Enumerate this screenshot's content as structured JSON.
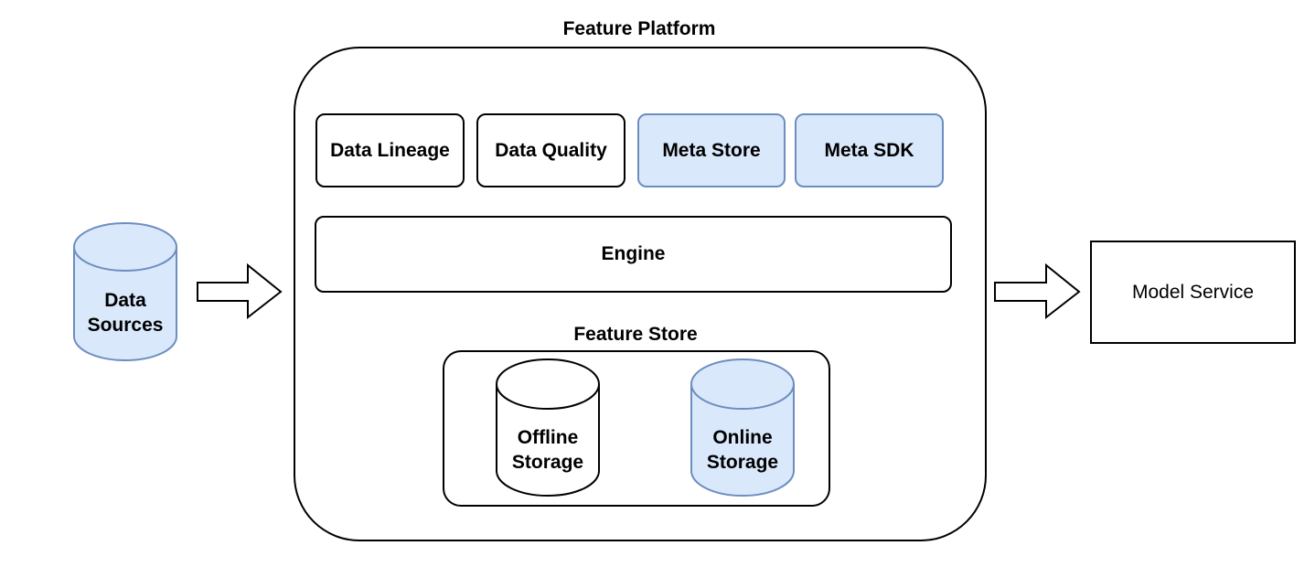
{
  "diagram": {
    "platform": {
      "title": "Feature Platform"
    },
    "modules": [
      {
        "label": "Data Lineage",
        "highlighted": false
      },
      {
        "label": "Data Quality",
        "highlighted": false
      },
      {
        "label": "Meta Store",
        "highlighted": true
      },
      {
        "label": "Meta SDK",
        "highlighted": true
      }
    ],
    "engine": {
      "label": "Engine"
    },
    "feature_store": {
      "title": "Feature Store",
      "offline": {
        "line1": "Offline",
        "line2": "Storage",
        "highlighted": false
      },
      "online": {
        "line1": "Online",
        "line2": "Storage",
        "highlighted": true
      }
    },
    "data_sources": {
      "line1": "Data",
      "line2": "Sources",
      "highlighted": true
    },
    "model_service": {
      "label": "Model Service"
    }
  },
  "colors": {
    "highlight_fill": "#dae8fc",
    "highlight_stroke": "#6c8ebf",
    "stroke": "#000000",
    "background": "#ffffff"
  }
}
